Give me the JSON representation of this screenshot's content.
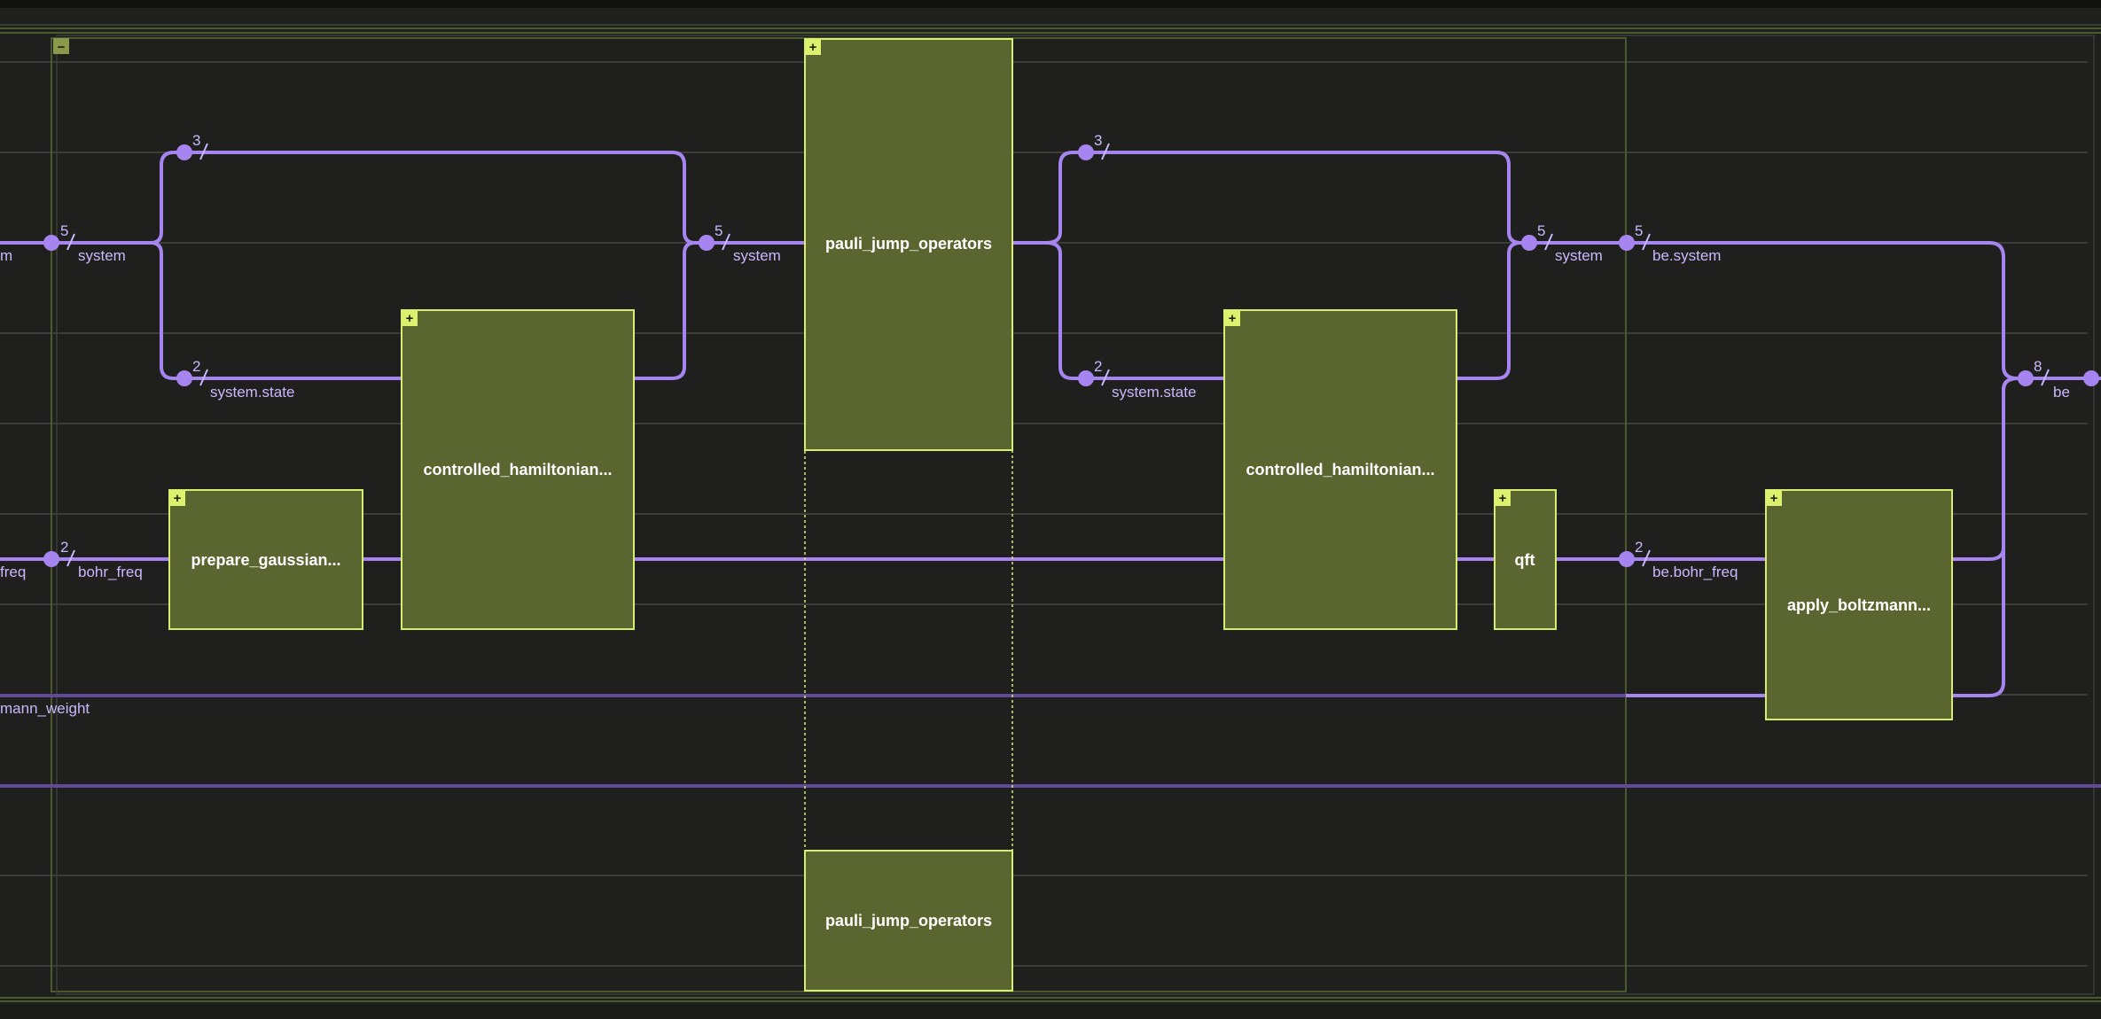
{
  "colors": {
    "background": "#1f201e",
    "grid_line": "#3c3d39",
    "frame_line": "#4a5a2c",
    "wire": "#a685f0",
    "wire_dim": "#5f4a9a",
    "block_fill": "#5a6530",
    "block_border": "#d6ed72",
    "toggle_fill": "#dcf26e",
    "label_text": "#c8b8ff",
    "block_text": "#ffffff"
  },
  "controls": {
    "collapse_glyph": "−",
    "expand_glyph": "+"
  },
  "blocks": {
    "prepare_gaussian": "prepare_gaussian...",
    "controlled_hamiltonian_1": "controlled_hamiltonian...",
    "pauli_jump_operators_top": "pauli_jump_operators",
    "pauli_jump_operators_bottom": "pauli_jump_operators",
    "controlled_hamiltonian_2": "controlled_hamiltonian...",
    "qft": "qft",
    "apply_boltzmann": "apply_boltzmann..."
  },
  "wire_labels": {
    "left_top_cut": "m",
    "system_1": "system",
    "system_state_1": "system.state",
    "system_2": "system",
    "system_state_2": "system.state",
    "system_3": "system",
    "be_system": "be.system",
    "be": "be",
    "left_freq_cut": "freq",
    "bohr_freq": "bohr_freq",
    "be_bohr_freq": "be.bohr_freq",
    "left_weight_cut": "mann_weight"
  },
  "qubit_counts": {
    "top_branch_1": "3",
    "system_1": "5",
    "state_branch_1": "2",
    "system_2": "5",
    "top_branch_2": "3",
    "state_branch_2": "2",
    "system_3": "5",
    "be_system": "5",
    "be": "8",
    "bohr_freq": "2",
    "be_bohr_freq": "2"
  }
}
